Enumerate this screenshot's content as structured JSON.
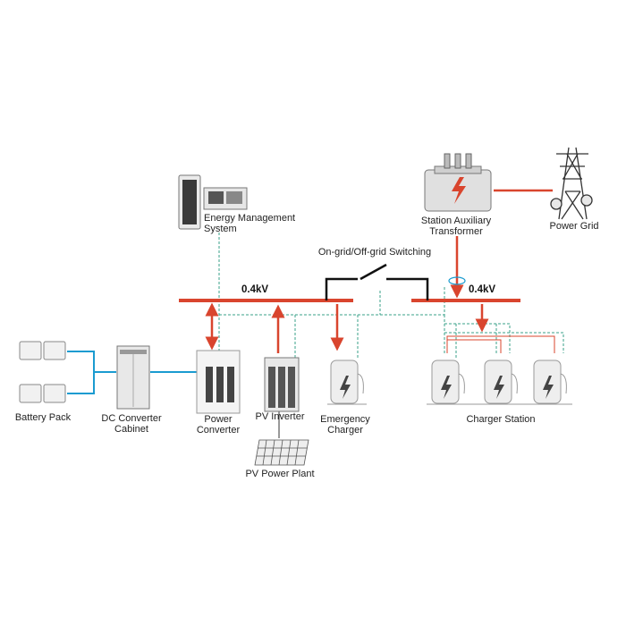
{
  "colors": {
    "power": "#d9452e",
    "signal": "#3aa08a",
    "dc": "#1a9bd0",
    "device": "#e8e8e8",
    "stroke": "#777777"
  },
  "bus": {
    "left_voltage": "0.4kV",
    "right_voltage": "0.4kV"
  },
  "labels": {
    "ems_line1": "Energy Management",
    "ems_line2": "System",
    "switching": "On-grid/Off-grid Switching",
    "transformer_line1": "Station Auxiliary",
    "transformer_line2": "Transformer",
    "power_grid": "Power Grid",
    "battery_pack": "Battery Pack",
    "dc_cabinet_line1": "DC Converter",
    "dc_cabinet_line2": "Cabinet",
    "power_converter_line1": "Power",
    "power_converter_line2": "Converter",
    "pv_inverter": "PV Inverter",
    "emergency_line1": "Emergency",
    "emergency_line2": "Charger",
    "charger_station": "Charger Station",
    "pv_plant": "PV Power Plant"
  },
  "icons": {
    "ems": "server-rack-icon",
    "transformer": "transformer-icon",
    "grid": "transmission-tower-icon",
    "battery": "battery-icon",
    "charger": "ev-charger-icon",
    "solar": "solar-panel-icon"
  }
}
